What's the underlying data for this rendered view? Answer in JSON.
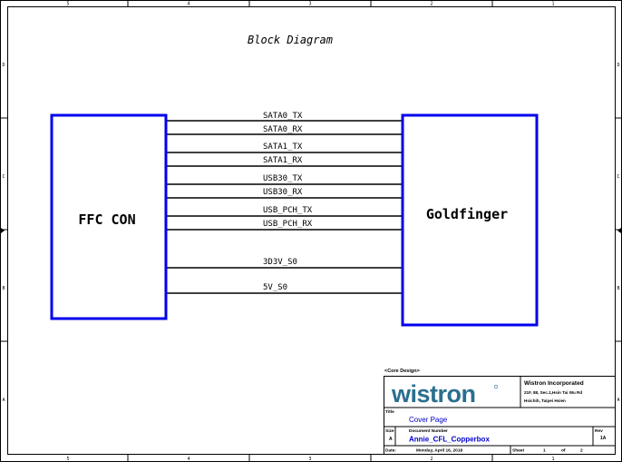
{
  "diagram": {
    "title": "Block Diagram",
    "left_block": "FFC CON",
    "right_block": "Goldfinger",
    "signals": [
      "SATA0_TX",
      "SATA0_RX",
      "SATA1_TX",
      "SATA1_RX",
      "USB30_TX",
      "USB30_RX",
      "USB_PCH_TX",
      "USB_PCH_RX",
      "3D3V_S0",
      "5V_S0"
    ]
  },
  "frame": {
    "col_labels": [
      "5",
      "4",
      "3",
      "2",
      "1"
    ],
    "row_labels": [
      "D",
      "C",
      "B",
      "A"
    ]
  },
  "title_block": {
    "core_design": "<Core Design>",
    "logo": "wistron",
    "company": "Wistron Incorporated",
    "address1": "21F, 88, Sec.1,Hsin Tai Wu Rd",
    "address2": "Hsichih, Taipei Hsien",
    "title_label": "Title",
    "title_value": "Cover Page",
    "size_label": "Size",
    "size_value": "A",
    "docnum_label": "Document Number",
    "docnum_value": "Annie_CFL_Copperbox",
    "rev_label": "Rev",
    "rev_value": "1A",
    "date_label": "Date:",
    "date_value": "Monday, April 16, 2018",
    "sheet_label": "Sheet",
    "sheet_num": "1",
    "of_label": "of",
    "sheet_total": "2"
  },
  "colors": {
    "block": "#0000ee",
    "line": "#000000",
    "logo_text": "#2a6f8f",
    "title_value": "#0000cc"
  }
}
